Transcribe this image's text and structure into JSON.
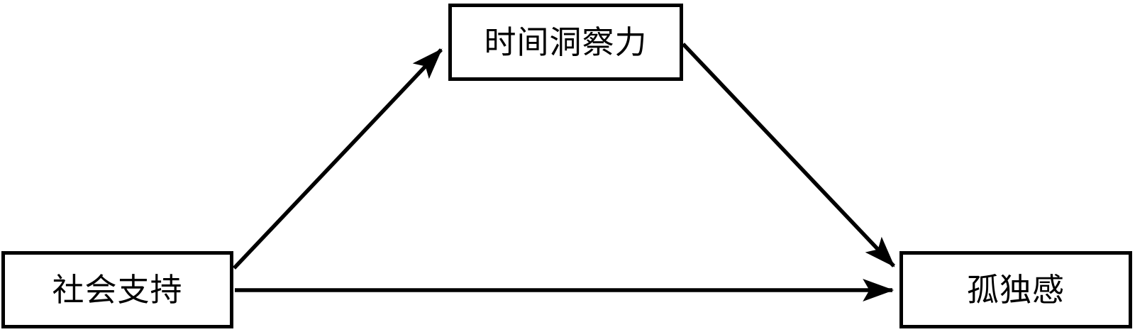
{
  "diagram": {
    "type": "mediation-model",
    "title": "",
    "background_color": "#ffffff",
    "line_color": "#000000",
    "nodes": [
      {
        "id": "mediator",
        "label": "时间洞察力",
        "role": "mediator",
        "position": "top-center"
      },
      {
        "id": "predictor",
        "label": "社会支持",
        "role": "independent-variable",
        "position": "bottom-left"
      },
      {
        "id": "outcome",
        "label": "孤独感",
        "role": "dependent-variable",
        "position": "bottom-right"
      }
    ],
    "edges": [
      {
        "id": "a-path",
        "from": "predictor",
        "to": "mediator",
        "label": "",
        "direction": "up-right",
        "arrowhead": "filled"
      },
      {
        "id": "b-path",
        "from": "mediator",
        "to": "outcome",
        "label": "",
        "direction": "down-right",
        "arrowhead": "filled"
      },
      {
        "id": "c-path",
        "from": "predictor",
        "to": "outcome",
        "label": "",
        "direction": "right",
        "arrowhead": "filled"
      }
    ]
  }
}
